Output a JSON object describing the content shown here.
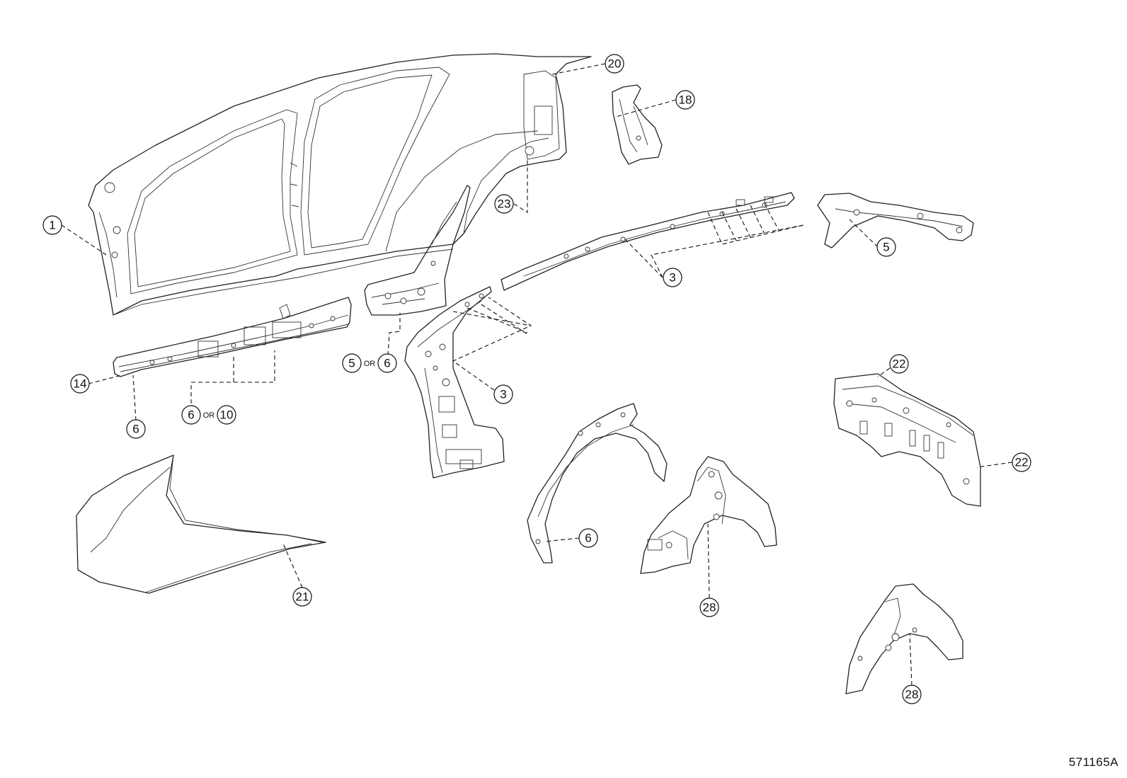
{
  "diagram": {
    "reference_code": "571165A",
    "or_label": "OR",
    "callouts": {
      "c1": "1",
      "c3_roof_rail": "3",
      "c3_pillar": "3",
      "c5_rear": "5",
      "c5_front": "5",
      "c6_front": "6",
      "c6_rocker_bottom": "6",
      "c6_rocker_mid": "6",
      "c6_wheelhouse": "6",
      "c10": "10",
      "c14": "14",
      "c18": "18",
      "c20": "20",
      "c21": "21",
      "c22_top": "22",
      "c22_right": "22",
      "c23": "23",
      "c28_center": "28",
      "c28_lower": "28"
    }
  }
}
